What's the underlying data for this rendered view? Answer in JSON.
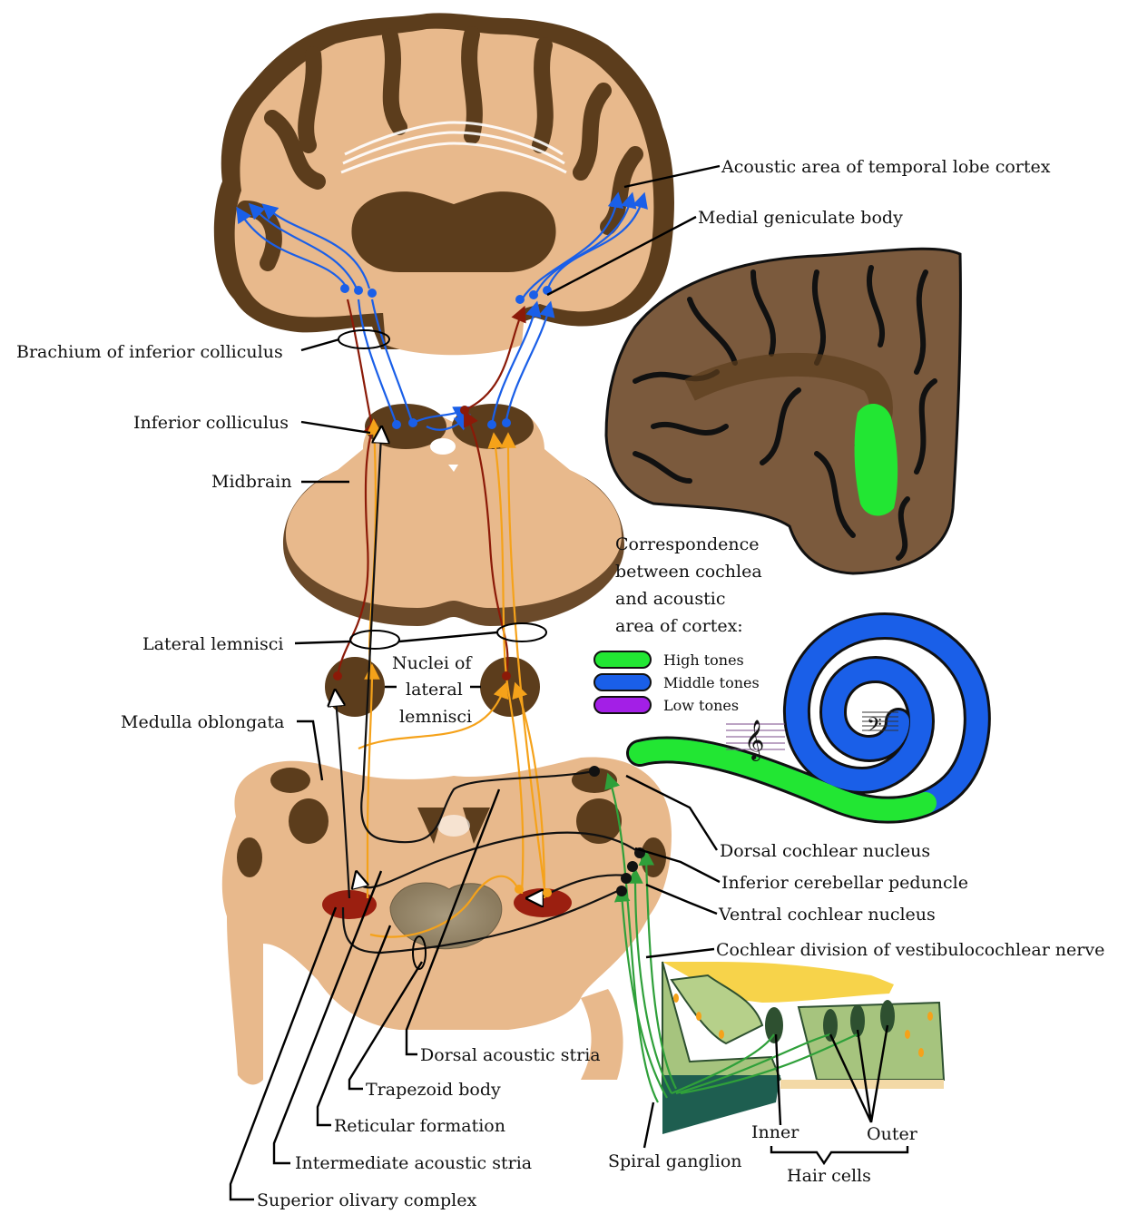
{
  "labels": {
    "acoustic_area": "Acoustic area of temporal lobe cortex",
    "medial_geniculate": "Medial geniculate body",
    "brachium": "Brachium of inferior colliculus",
    "inferior_colliculus": "Inferior colliculus",
    "midbrain": "Midbrain",
    "lateral_lemnisci": "Lateral lemnisci",
    "nuclei_ll": [
      "Nuclei of",
      "lateral",
      "lemnisci"
    ],
    "medulla": "Medulla oblongata",
    "dorsal_cochlear": "Dorsal cochlear nucleus",
    "icp": "Inferior cerebellar peduncle",
    "ventral_cochlear": "Ventral cochlear nucleus",
    "cochlear_division": "Cochlear division of vestibulocochlear nerve",
    "dorsal_stria": "Dorsal acoustic stria",
    "trapezoid": "Trapezoid body",
    "reticular": "Reticular formation",
    "intermediate_stria": "Intermediate acoustic stria",
    "superior_olivary": "Superior olivary complex",
    "spiral_ganglion": "Spiral ganglion",
    "inner": "Inner",
    "outer": "Outer",
    "hair_cells": "Hair cells"
  },
  "legend": {
    "title": [
      "Correspondence",
      "between cochlea",
      "and acoustic",
      "area of cortex:"
    ],
    "items": [
      {
        "label": "High tones",
        "color": "#22e633"
      },
      {
        "label": "Middle tones",
        "color": "#1a5fe8"
      },
      {
        "label": "Low tones",
        "color": "#a31fe6"
      }
    ]
  },
  "colors": {
    "tissue": "#e8b98c",
    "gray_matter": "#5c3d1c",
    "cortex_brown": "#7b5a3d",
    "path_blue": "#1a5fe8",
    "path_orange": "#f5a21a",
    "path_red": "#8b1a08",
    "path_green": "#2fa03a",
    "path_black": "#111111"
  }
}
